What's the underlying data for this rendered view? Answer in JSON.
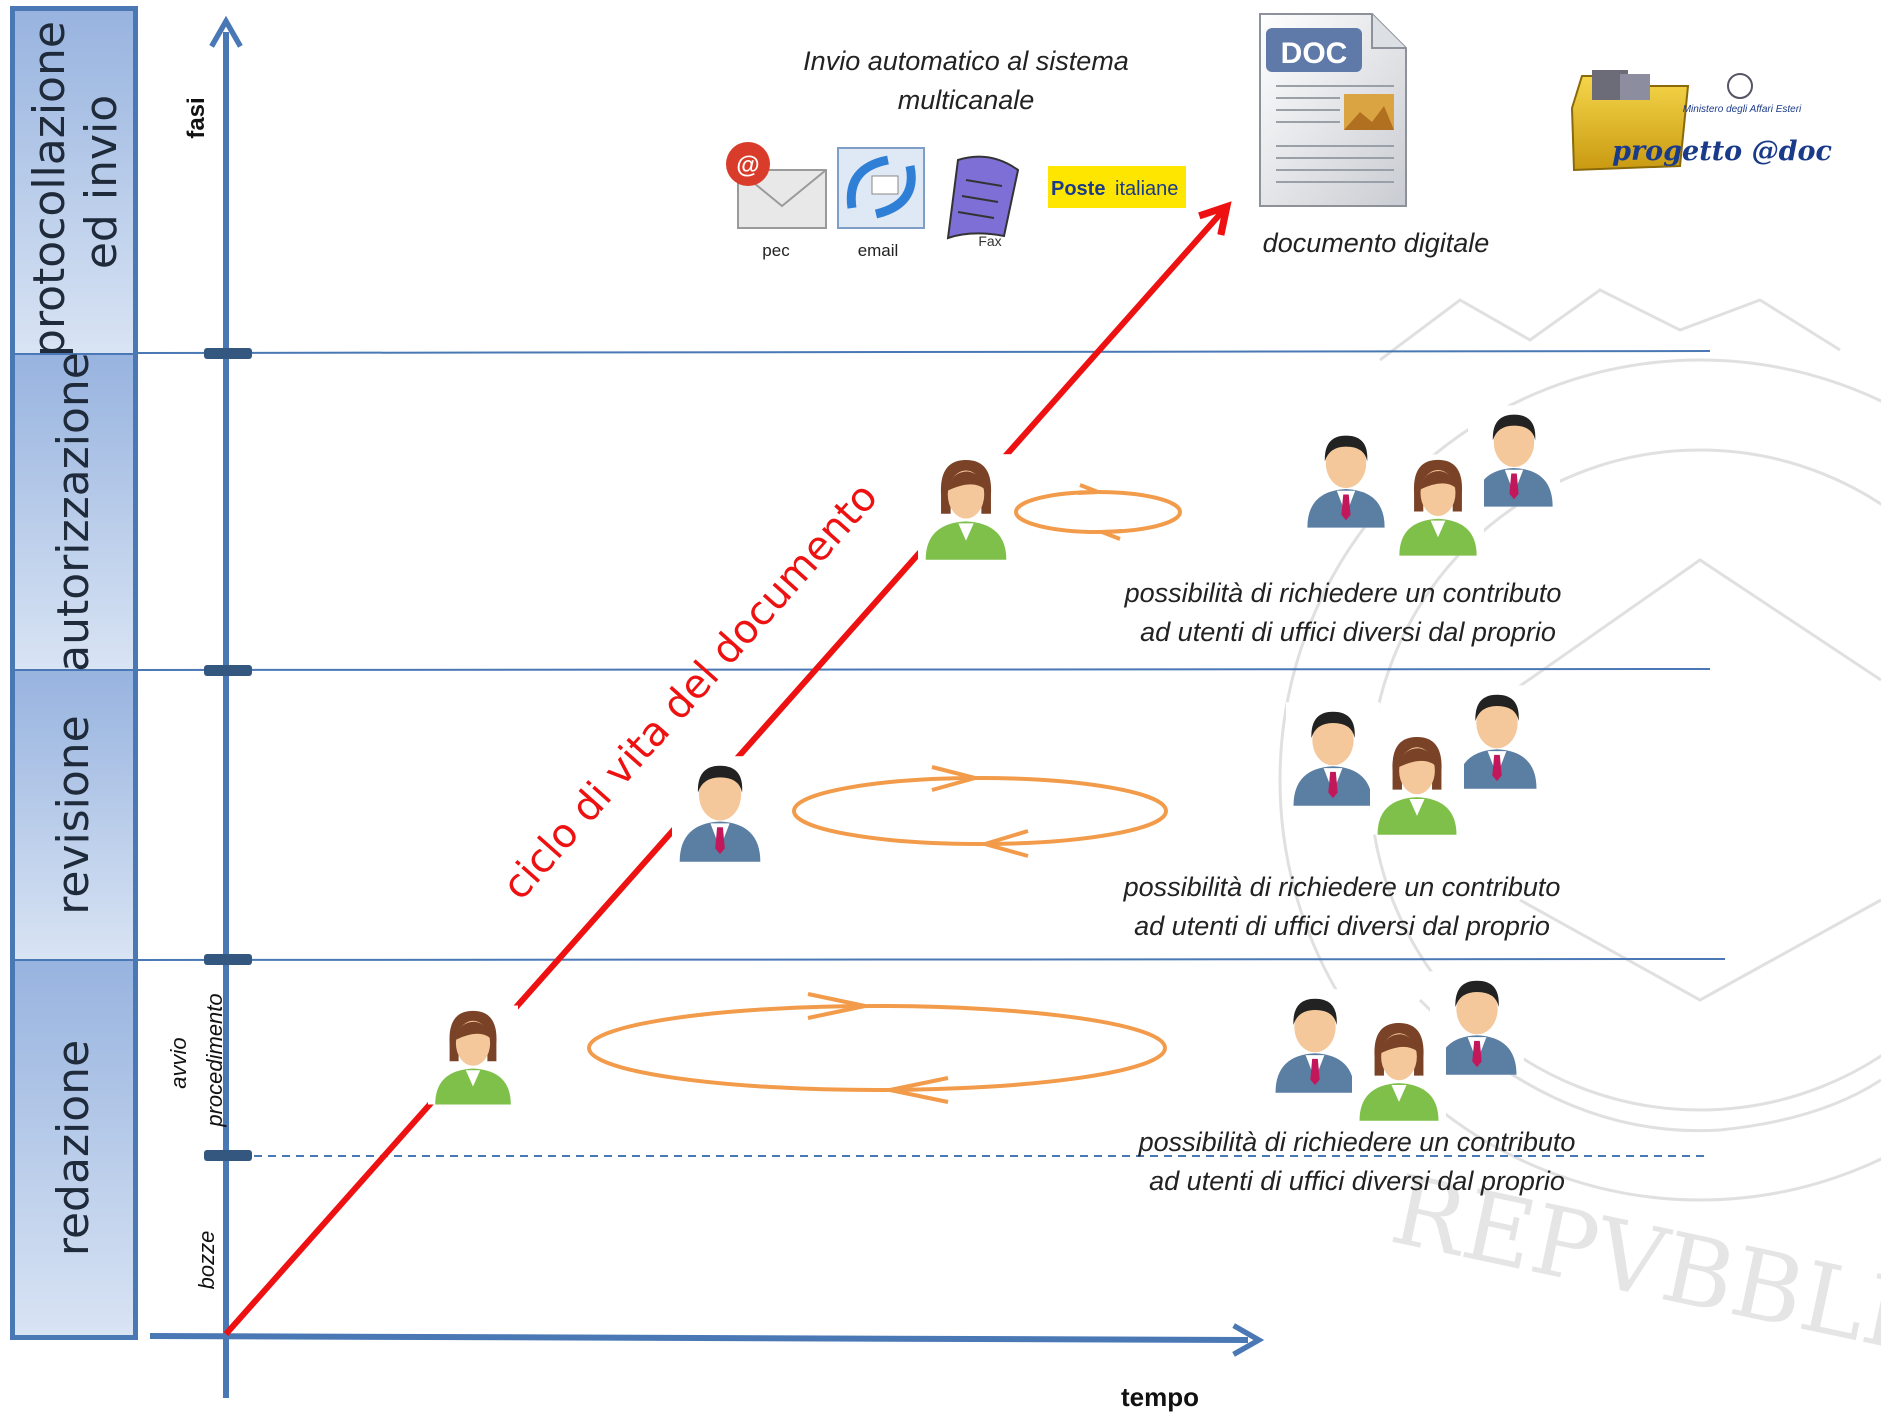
{
  "phases": [
    {
      "id": "protocollazione",
      "label_lines": [
        "protocollazione",
        "ed invio"
      ]
    },
    {
      "id": "autorizzazione",
      "label_lines": [
        "autorizzazione"
      ]
    },
    {
      "id": "revisione",
      "label_lines": [
        "revisione"
      ]
    },
    {
      "id": "redazione",
      "label_lines": [
        "redazione"
      ]
    }
  ],
  "axes": {
    "y_label": "fasi",
    "x_label": "tempo",
    "sub_labels": {
      "bozze": "bozze",
      "avvio_line1": "avvio",
      "avvio_line2": "procedimento"
    }
  },
  "lifecycle_label": "ciclo di vita del documento",
  "dispatch": {
    "title_line1": "Invio automatico al sistema",
    "title_line2": "multicanale",
    "channels": [
      {
        "label": "pec",
        "icon": "pec-envelope-icon"
      },
      {
        "label": "email",
        "icon": "email-icon"
      },
      {
        "label": "Fax",
        "icon": "fax-icon"
      },
      {
        "label_bold": "Poste",
        "label_rest": "italiane",
        "icon": "poste-italiane-logo"
      }
    ]
  },
  "document": {
    "badge": "DOC",
    "caption": "documento digitale"
  },
  "logo": {
    "ministry": "Ministero degli Affari Esteri",
    "project": "progetto @doc"
  },
  "contribution_notes": [
    {
      "line1": "possibilità di richiedere un contributo",
      "line2": "ad utenti di uffici diversi dal proprio"
    },
    {
      "line1": "possibilità di richiedere un contributo",
      "line2": "ad utenti di uffici diversi dal proprio"
    },
    {
      "line1": "possibilità di richiedere un contributo",
      "line2": "ad utenti di uffici diversi dal proprio"
    }
  ],
  "watermark": "REPVBBLICA",
  "colors": {
    "axis": "#4a78b5",
    "lifecycle": "#ee1111",
    "loop": "#f29b4b",
    "phase_fill_top": "#9db8e2",
    "phase_fill_bottom": "#d7e3f4",
    "user_shirt_male": "#5b7fa3",
    "user_shirt_female": "#7fc04a"
  }
}
